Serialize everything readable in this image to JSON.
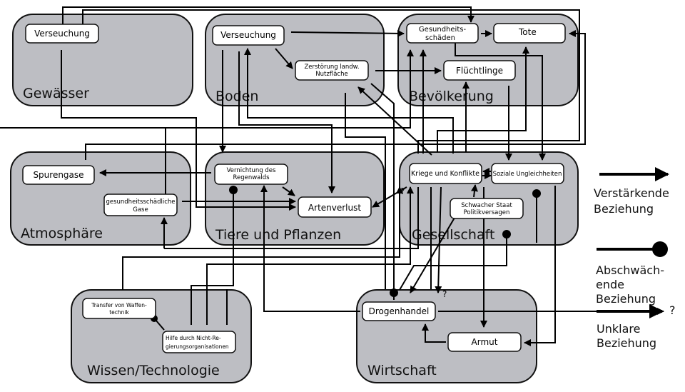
{
  "groups": {
    "gewaesser": "Gewässer",
    "boden": "Boden",
    "bevoelkerung": "Bevölkerung",
    "atmosphaere": "Atmosphäre",
    "tiere": "Tiere und Pflanzen",
    "gesellschaft": "Gesellschaft",
    "wissen": "Wissen/Technologie",
    "wirtschaft": "Wirtschaft"
  },
  "nodes": {
    "verseuchung_gewaesser": "Verseuchung",
    "verseuchung_boden": "Verseuchung",
    "zerstoerung_1": "Zerstörung landw.",
    "zerstoerung_2": "Nutzfläche",
    "gesundheit_1": "Gesundheits-",
    "gesundheit_2": "schäden",
    "tote": "Tote",
    "fluechtlinge": "Flüchtlinge",
    "spurengase": "Spurengase",
    "gase_1": "gesundheitsschädliche",
    "gase_2": "Gase",
    "regenwald_1": "Vernichtung des",
    "regenwald_2": "Regenwalds",
    "artenverlust": "Artenverlust",
    "kriege": "Kriege und Konflikte",
    "ungleichheit": "Soziale Ungleichheiten",
    "staat_1": "Schwacher Staat",
    "staat_2": "Politikversagen",
    "waffen_1": "Transfer von Waffen-",
    "waffen_2": "technik",
    "ngo_1": "Hilfe durch Nicht-Re-",
    "ngo_2": "gierungsorganisationen",
    "drogen": "Drogenhandel",
    "armut": "Armut"
  },
  "unclear_marks": [
    "?",
    "?"
  ],
  "legend": {
    "reinforcing_1": "Verstärkende",
    "reinforcing_2": "Beziehung",
    "weakening_1": "Abschwäch-",
    "weakening_2": "ende",
    "weakening_3": "Beziehung",
    "unclear_mark": "?",
    "unclear_1": "Unklare",
    "unclear_2": "Beziehung"
  }
}
